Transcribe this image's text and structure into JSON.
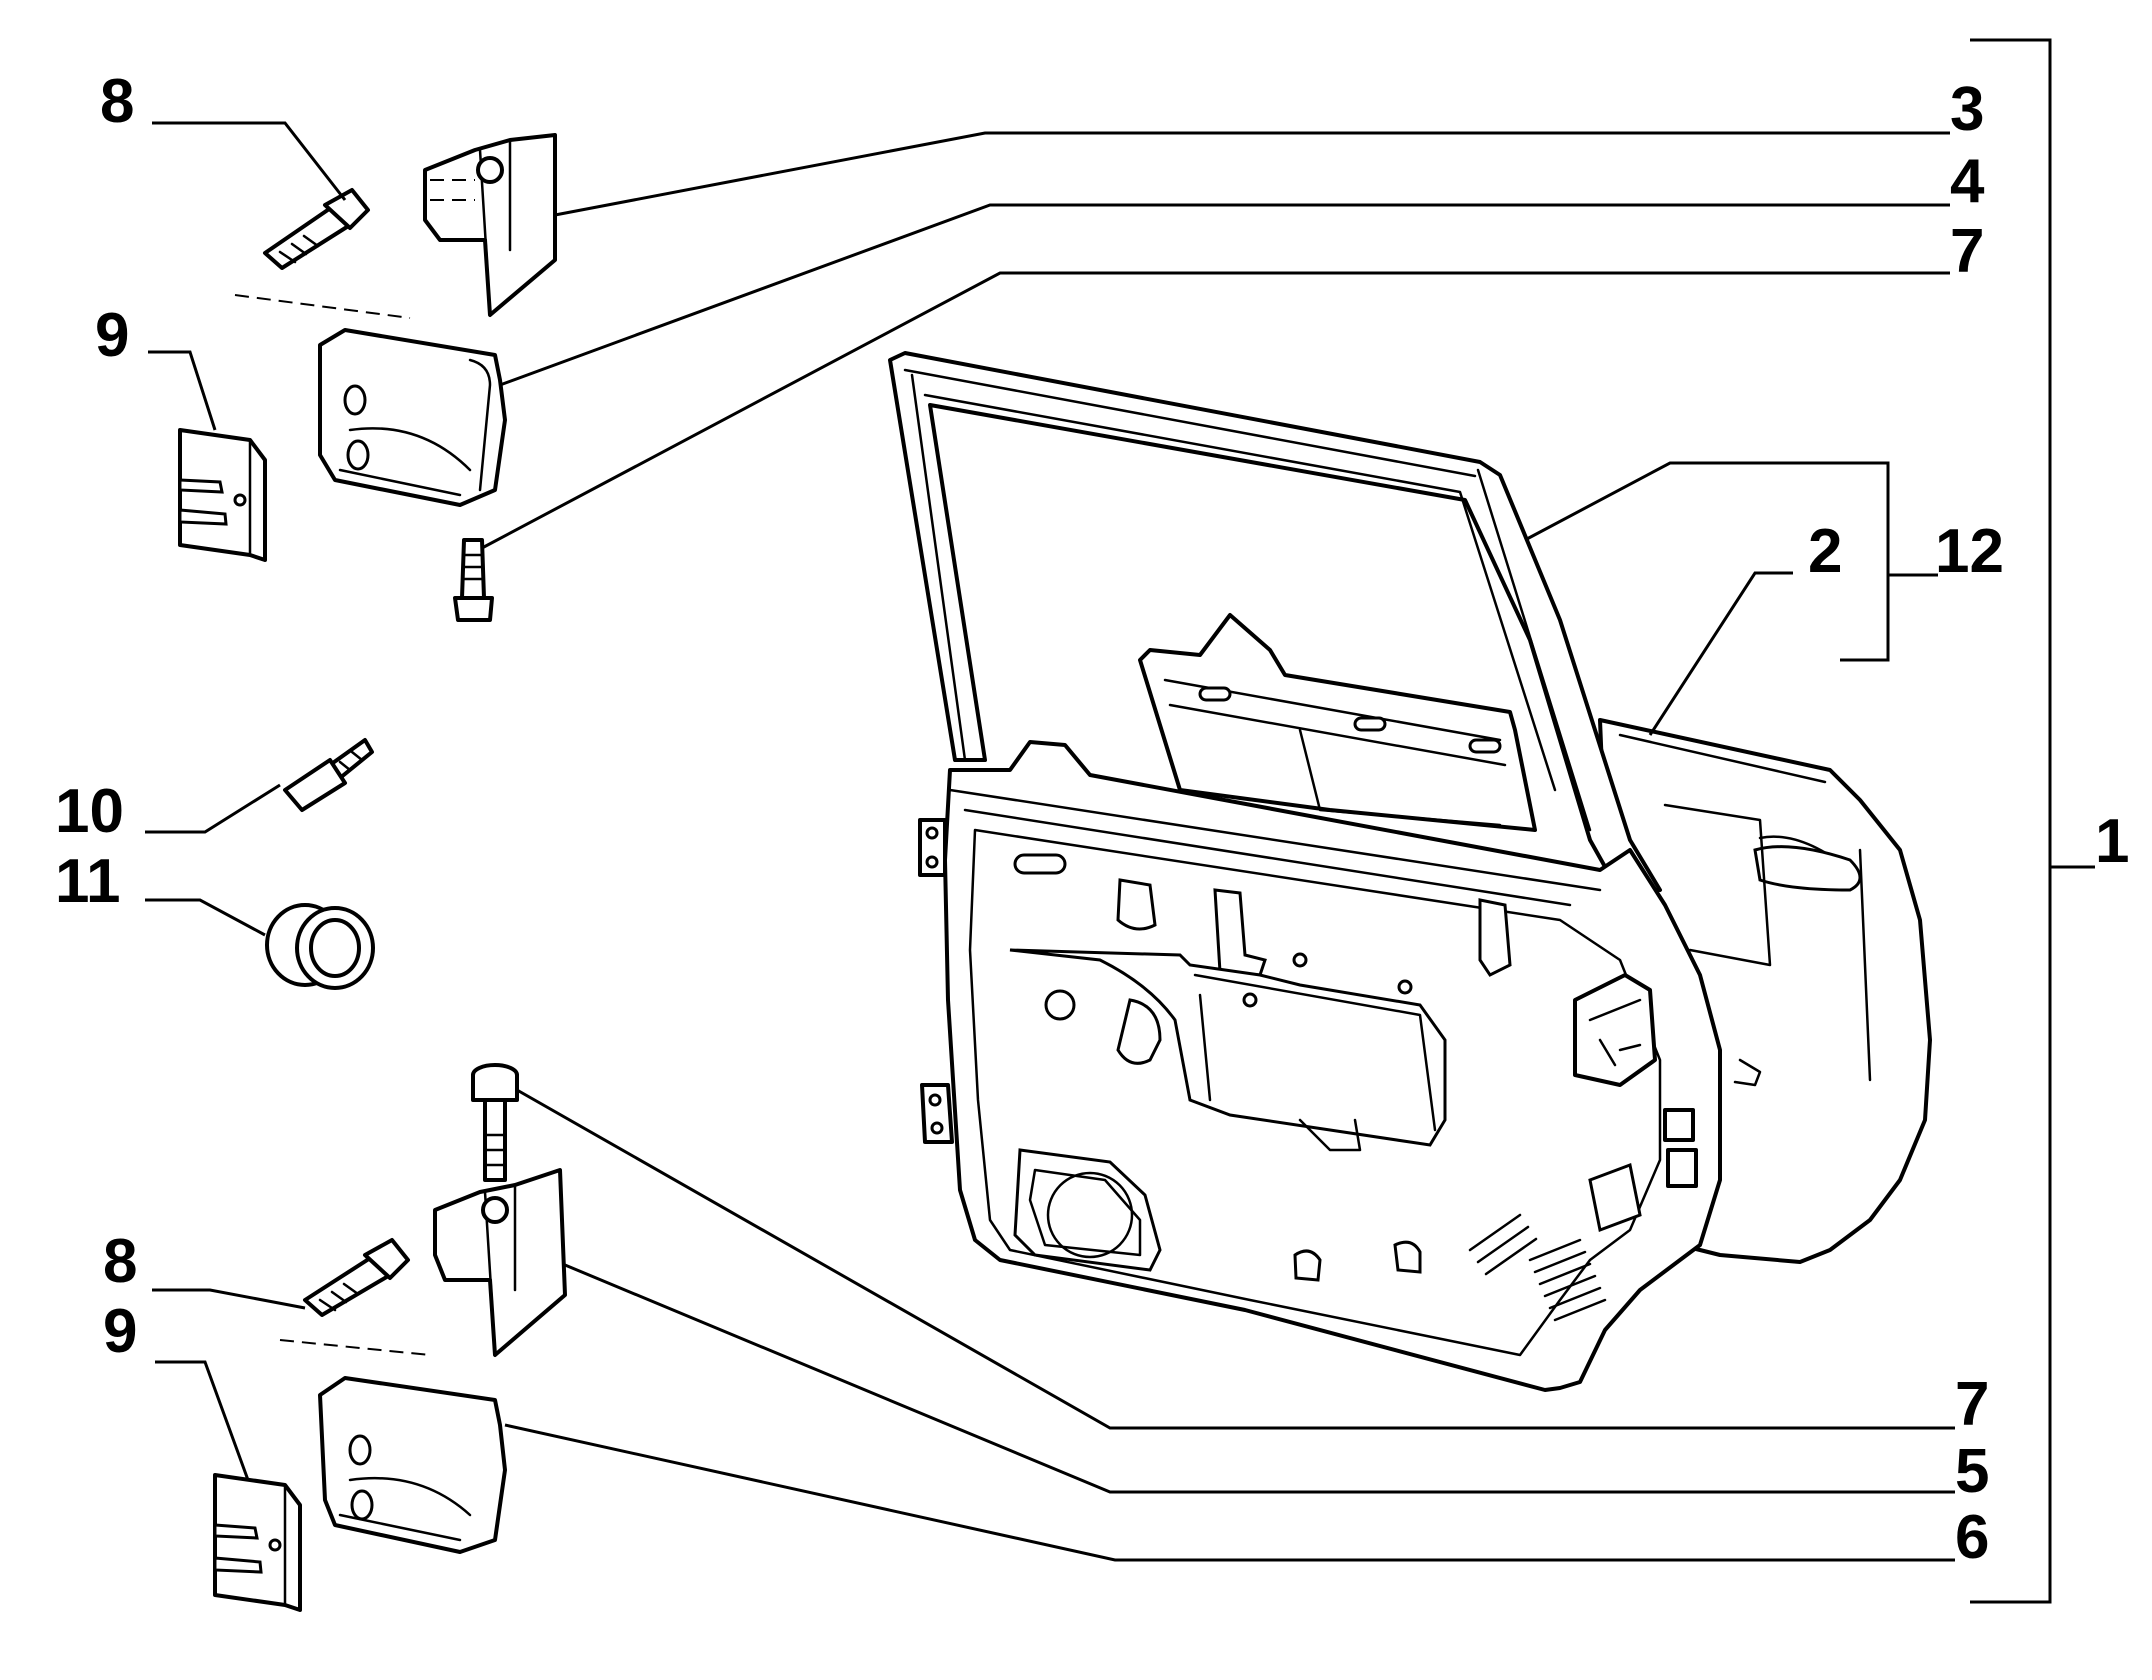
{
  "callouts": {
    "c1": "1",
    "c2": "2",
    "c3": "3",
    "c4": "4",
    "c5": "5",
    "c6": "6",
    "c7a": "7",
    "c7b": "7",
    "c8a": "8",
    "c8b": "8",
    "c9a": "9",
    "c9b": "9",
    "c10": "10",
    "c11": "11",
    "c12": "12"
  }
}
